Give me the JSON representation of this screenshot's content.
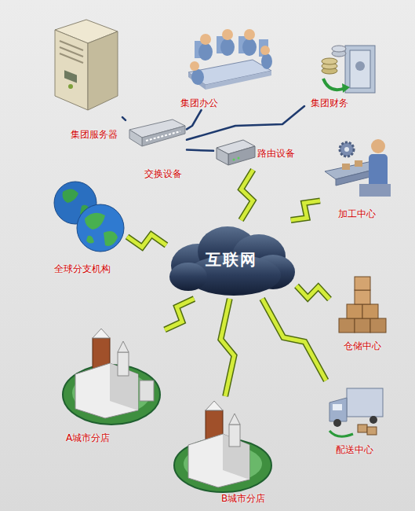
{
  "diagram": {
    "nodes": [
      {
        "text": [
          "集团服务器"
        ]
      },
      {
        "text": [
          "集团办公"
        ]
      },
      {
        "text": [
          "集团财务"
        ]
      },
      {
        "text": [
          "交换设备"
        ]
      },
      {
        "text": [
          "路由设备"
        ]
      },
      {
        "text": [
          "互联网"
        ]
      },
      {
        "text": [
          "加工中心"
        ]
      },
      {
        "text": [
          "全球分支机构"
        ]
      },
      {
        "text": [
          "仓储中心"
        ]
      },
      {
        "text": [
          "A城市分店"
        ]
      },
      {
        "text": [
          "B城市分店"
        ]
      },
      {
        "text": [
          "配送中心"
        ]
      }
    ],
    "edges": [
      {
        "from": 0,
        "to": 3,
        "arrow": "none"
      },
      {
        "from": 3,
        "to": 1,
        "arrow": "none"
      },
      {
        "from": 3,
        "to": 2,
        "arrow": "none"
      },
      {
        "from": 3,
        "to": 4,
        "arrow": "none"
      },
      {
        "from": 4,
        "to": 5,
        "arrow": "none"
      },
      {
        "from": 5,
        "to": 6,
        "arrow": "none"
      },
      {
        "from": 5,
        "to": 7,
        "arrow": "none"
      },
      {
        "from": 5,
        "to": 8,
        "arrow": "none"
      },
      {
        "from": 5,
        "to": 9,
        "arrow": "none"
      },
      {
        "from": 5,
        "to": 10,
        "arrow": "none"
      },
      {
        "from": 5,
        "to": 11,
        "arrow": "none"
      }
    ]
  }
}
